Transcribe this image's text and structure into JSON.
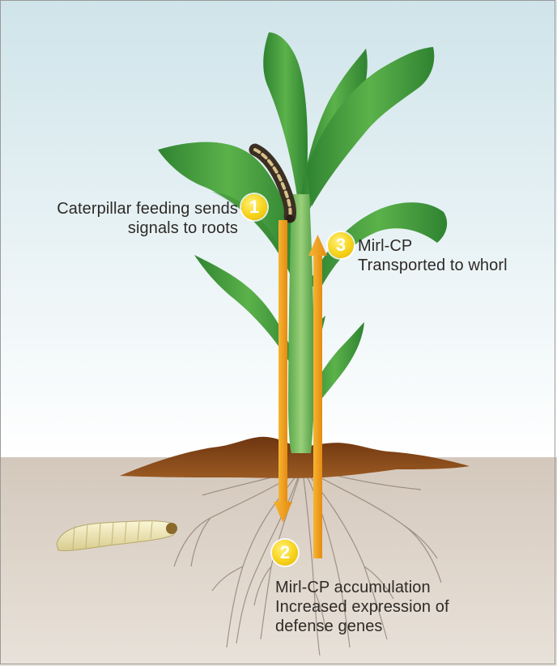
{
  "labels": {
    "step1": {
      "number": "1",
      "lines": [
        "Caterpillar feeding sends",
        "signals to roots"
      ]
    },
    "step2": {
      "number": "2",
      "lines": [
        "Mirl-CP accumulation",
        "Increased expression of",
        "defense genes"
      ]
    },
    "step3": {
      "number": "3",
      "lines": [
        "Mirl-CP",
        "Transported to whorl"
      ]
    }
  },
  "colors": {
    "sky_top": "#cfe4ea",
    "sky_bottom": "#ffffff",
    "soil": "#d9cfc4",
    "mound": "#7a3f13",
    "leaf": "#3f9a3c",
    "leaf_dark": "#2c7a2e",
    "arrow": "#f2a01a",
    "badge": "#f6d21a",
    "text": "#2f2a26"
  }
}
